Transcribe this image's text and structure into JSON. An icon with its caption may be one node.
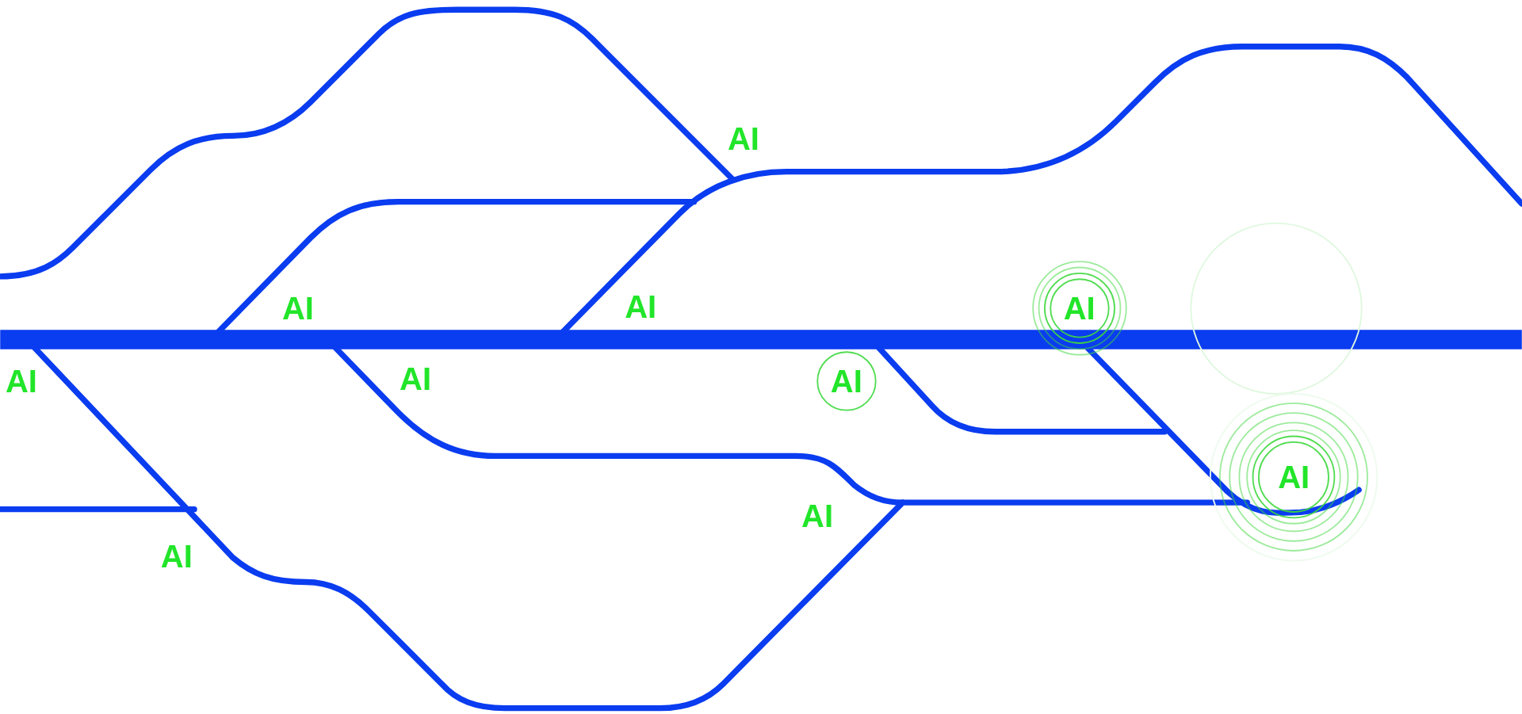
{
  "diagram": {
    "labels": [
      "AI",
      "AI",
      "AI",
      "AI",
      "AI",
      "AI",
      "AI",
      "AI",
      "AI",
      "AI"
    ]
  }
}
